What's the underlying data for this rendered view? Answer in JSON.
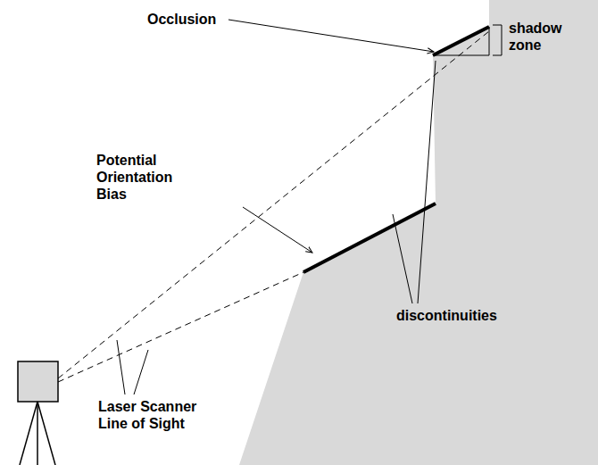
{
  "diagram": {
    "labels": [
      "Occlusion",
      "shadow zone",
      "Potential Orientation Bias",
      "discontinuities",
      "Laser Scanner Line of Sight"
    ]
  }
}
